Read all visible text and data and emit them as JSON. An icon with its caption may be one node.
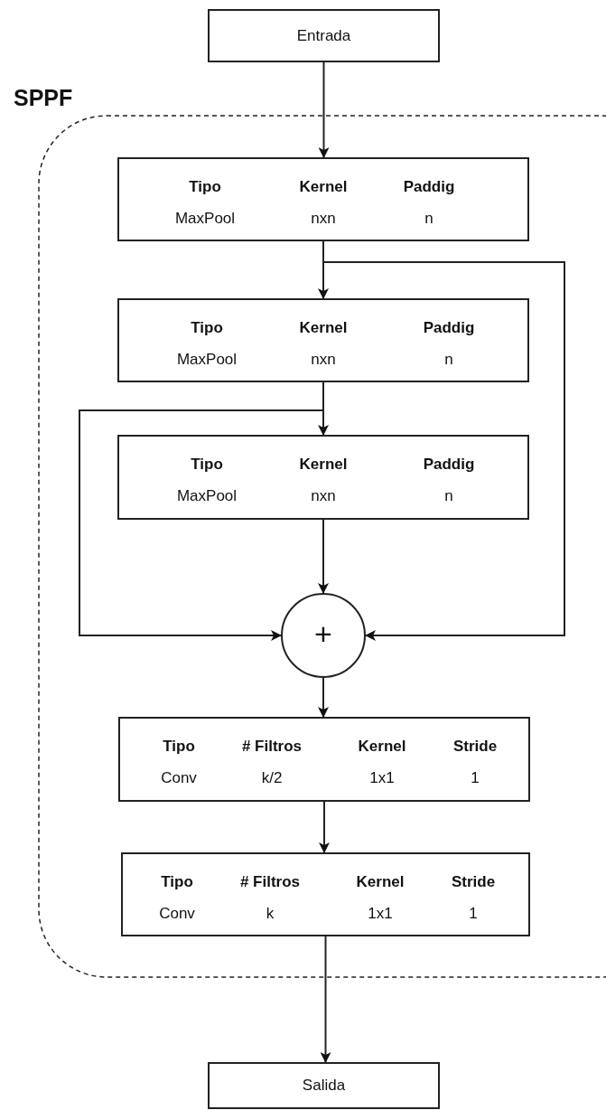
{
  "diagram": {
    "nodes": [
      {
        "text": [
          "Entrada"
        ]
      },
      {
        "text": [
          "SPPF"
        ]
      },
      {
        "text": [
          "Tipo",
          "Kernel",
          "Paddig",
          "MaxPool",
          "nxn",
          "n"
        ],
        "in": 1
      },
      {
        "text": [
          "Tipo",
          "Kernel",
          "Paddig",
          "MaxPool",
          "nxn",
          "n"
        ],
        "in": 1
      },
      {
        "text": [
          "Tipo",
          "Kernel",
          "Paddig",
          "MaxPool",
          "nxn",
          "n"
        ],
        "in": 1
      },
      {
        "text": [
          "+"
        ],
        "in": 1
      },
      {
        "text": [
          "Tipo",
          "# Filtros",
          "Kernel",
          "Stride",
          "Conv",
          "k/2",
          "1x1",
          "1"
        ],
        "in": 1
      },
      {
        "text": [
          "Tipo",
          "# Filtros",
          "Kernel",
          "Stride",
          "Conv",
          "k",
          "1x1",
          "1"
        ],
        "in": 1
      },
      {
        "text": [
          "Salida"
        ]
      }
    ],
    "edges": [
      {
        "from": 0,
        "to": 2,
        "arrow": "to"
      },
      {
        "from": 2,
        "to": 3,
        "arrow": "to"
      },
      {
        "from": 2,
        "to": 5,
        "arrow": "to"
      },
      {
        "from": 3,
        "to": 4,
        "arrow": "to"
      },
      {
        "from": 3,
        "to": 5,
        "arrow": "to"
      },
      {
        "from": 4,
        "to": 5,
        "arrow": "to"
      },
      {
        "from": 5,
        "to": 6,
        "arrow": "to"
      },
      {
        "from": 6,
        "to": 7,
        "arrow": "to"
      },
      {
        "from": 7,
        "to": 8,
        "arrow": "to"
      }
    ]
  }
}
